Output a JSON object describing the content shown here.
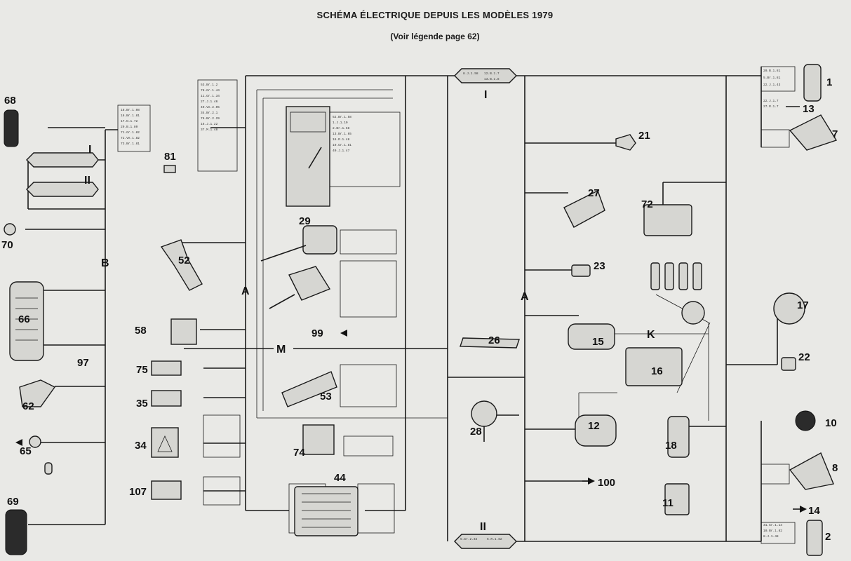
{
  "title": "SCHÉMA ÉLECTRIQUE DEPUIS LES MODÈLES 1979",
  "subtitle": "(Voir légende page 62)",
  "bus_labels": {
    "A_left": "A",
    "A_right": "A",
    "B": "B",
    "M": "M",
    "K": "K",
    "I_top": "I",
    "II_bottom": "II",
    "I_left": "I",
    "II_left": "II"
  },
  "component_numbers": {
    "c68": "68",
    "c81": "81",
    "c70": "70",
    "c52": "52",
    "c66": "66",
    "c97": "97",
    "c58": "58",
    "c75": "75",
    "c35": "35",
    "c62": "62",
    "c65": "65",
    "c34": "34",
    "c107": "107",
    "c69": "69",
    "c29": "29",
    "c99": "99",
    "c53": "53",
    "c74": "74",
    "c44": "44",
    "c26": "26",
    "c28": "28",
    "c21": "21",
    "c27": "27",
    "c72": "72",
    "c23": "23",
    "c15": "15",
    "c16": "16",
    "c12": "12",
    "c18": "18",
    "c100": "100",
    "c11": "11",
    "c1": "1",
    "c13": "13",
    "c7": "7",
    "c17": "17",
    "c22": "22",
    "c10": "10",
    "c8": "8",
    "c14": "14",
    "c2": "2"
  }
}
